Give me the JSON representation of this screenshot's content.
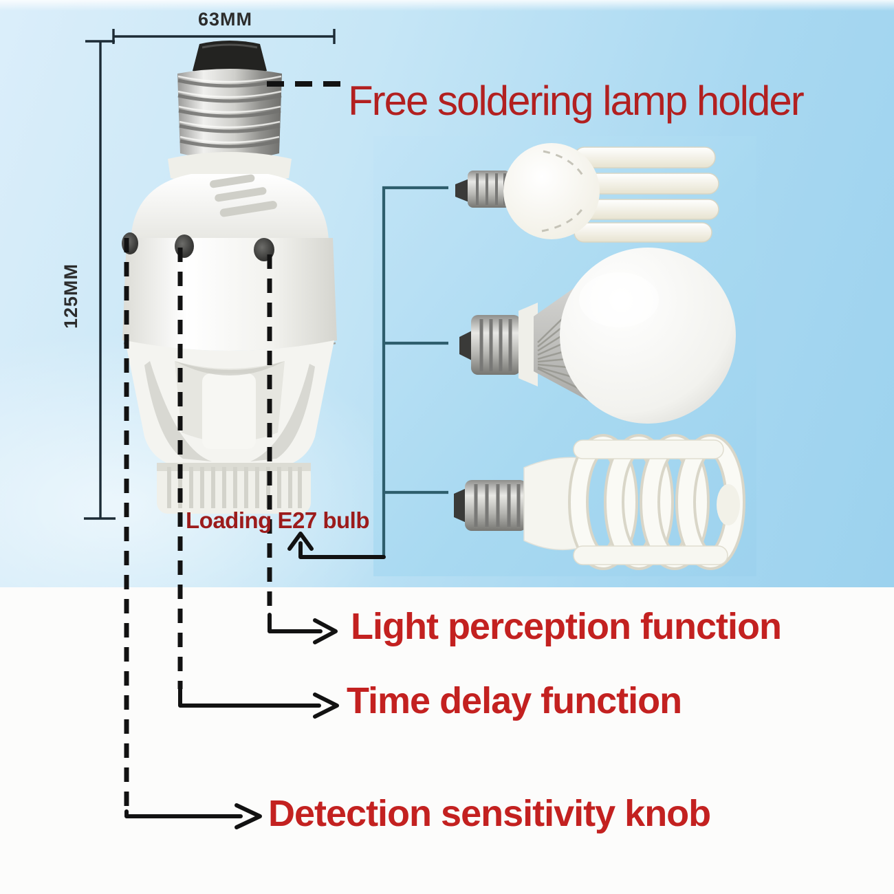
{
  "labels": {
    "title": "Free soldering lamp holder",
    "loading_note": "Loading E27 bulb",
    "width_dimension": "63MM",
    "height_dimension": "125MM"
  },
  "features": [
    {
      "label": "Light perception function"
    },
    {
      "label": "Time delay function"
    },
    {
      "label": "Detection sensitivity knob"
    }
  ],
  "compatible_bulbs": [
    "u-tube-cfl-bulb",
    "led-globe-bulb",
    "spiral-cfl-bulb"
  ],
  "colors": {
    "title_red": "#b22020",
    "feature_red": "#c32120",
    "loading_red": "#9c1b1b",
    "bracket_teal": "#2e5e6d",
    "annotation_black": "#121212",
    "dimension_dark": "#1c2b35",
    "panel_blue": "#a9daf2",
    "sky_blue": "#bfe3f5"
  }
}
